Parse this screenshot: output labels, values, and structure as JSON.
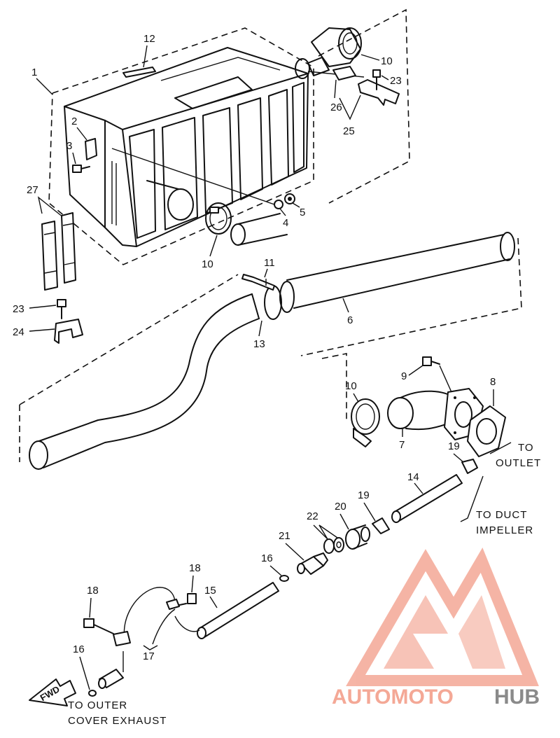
{
  "parts": [
    {
      "id": "p1",
      "num": "1"
    },
    {
      "id": "p2",
      "num": "2"
    },
    {
      "id": "p3",
      "num": "3"
    },
    {
      "id": "p4",
      "num": "4"
    },
    {
      "id": "p5",
      "num": "5"
    },
    {
      "id": "p6",
      "num": "6"
    },
    {
      "id": "p7",
      "num": "7"
    },
    {
      "id": "p8",
      "num": "8"
    },
    {
      "id": "p9",
      "num": "9"
    },
    {
      "id": "p10a",
      "num": "10"
    },
    {
      "id": "p10b",
      "num": "10"
    },
    {
      "id": "p10c",
      "num": "10"
    },
    {
      "id": "p11",
      "num": "11"
    },
    {
      "id": "p12",
      "num": "12"
    },
    {
      "id": "p13",
      "num": "13"
    },
    {
      "id": "p14",
      "num": "14"
    },
    {
      "id": "p15",
      "num": "15"
    },
    {
      "id": "p16a",
      "num": "16"
    },
    {
      "id": "p16b",
      "num": "16"
    },
    {
      "id": "p17",
      "num": "17"
    },
    {
      "id": "p18a",
      "num": "18"
    },
    {
      "id": "p18b",
      "num": "18"
    },
    {
      "id": "p19a",
      "num": "19"
    },
    {
      "id": "p19b",
      "num": "19"
    },
    {
      "id": "p20",
      "num": "20"
    },
    {
      "id": "p21",
      "num": "21"
    },
    {
      "id": "p22",
      "num": "22"
    },
    {
      "id": "p23a",
      "num": "23"
    },
    {
      "id": "p23b",
      "num": "23"
    },
    {
      "id": "p24",
      "num": "24"
    },
    {
      "id": "p25",
      "num": "25"
    },
    {
      "id": "p26",
      "num": "26"
    },
    {
      "id": "p27",
      "num": "27"
    }
  ],
  "notes": {
    "to_outlet_1": "TO",
    "to_outlet_2": "OUTLET",
    "to_duct_1": "TO DUCT",
    "to_duct_2": "IMPELLER",
    "to_outer_1": "TO OUTER",
    "to_outer_2": "COVER EXHAUST",
    "fwd": "FWD"
  },
  "watermark": {
    "part1": "AUTOMOTO",
    "part2": "HUB",
    "color_primary": "#f4a896",
    "color_secondary": "#8a8a8a"
  }
}
